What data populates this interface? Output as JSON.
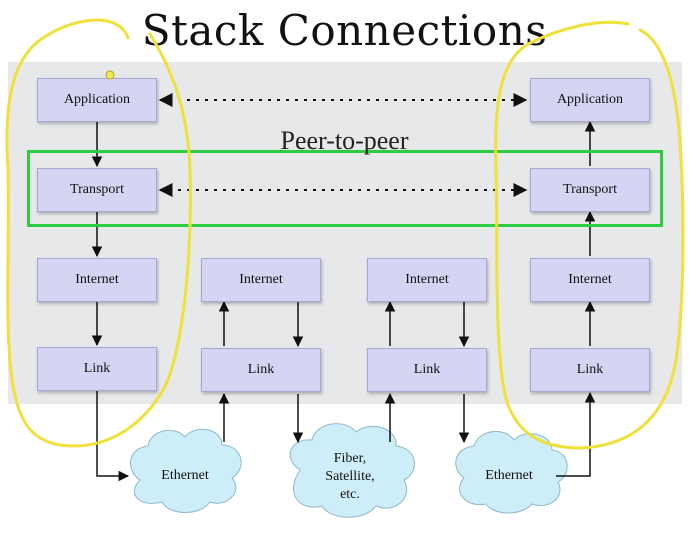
{
  "title": "Stack Connections",
  "peer_label": "Peer-to-peer",
  "hosts": {
    "left": {
      "application": "Application",
      "transport": "Transport",
      "internet": "Internet",
      "link": "Link"
    },
    "right": {
      "application": "Application",
      "transport": "Transport",
      "internet": "Internet",
      "link": "Link"
    }
  },
  "routers": [
    {
      "internet": "Internet",
      "link": "Link"
    },
    {
      "internet": "Internet",
      "link": "Link"
    }
  ],
  "networks": {
    "left": "Ethernet",
    "middle": [
      "Fiber,",
      "Satellite,",
      "etc."
    ],
    "right": "Ethernet"
  },
  "colors": {
    "layer_fill": "#d6d4f3",
    "peer_box": "#2ecc40",
    "annotation": "#f2e13a",
    "cloud": "#cdeef8"
  }
}
